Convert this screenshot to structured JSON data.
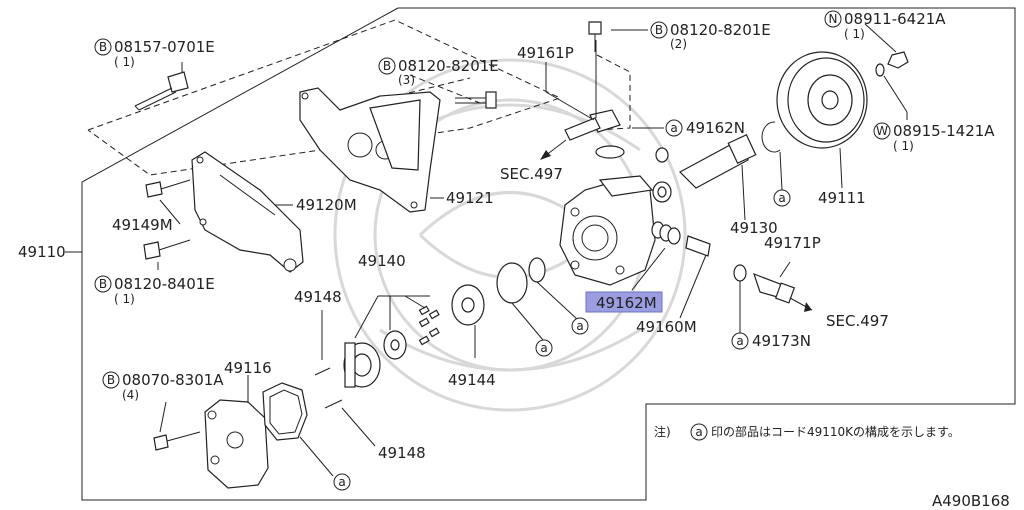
{
  "diagram_code": "A490B168",
  "note": {
    "prefix": "注)",
    "marker": "a",
    "text": "印の部品はコード49110Kの構成を示します。"
  },
  "highlight_label": "49162M",
  "labels": {
    "p49110": "49110",
    "p49111": "49111",
    "p49116": "49116",
    "p49120M": "49120M",
    "p49121": "49121",
    "p49130": "49130",
    "p49140": "49140",
    "p49144": "49144",
    "p49148a": "49148",
    "p49148b": "49148",
    "p49149M": "49149M",
    "p49160M": "49160M",
    "p49161P": "49161P",
    "p49162N": "49162N",
    "p49171P": "49171P",
    "p49173N": "49173N",
    "sec497a": "SEC.497",
    "sec497b": "SEC.497"
  },
  "fasteners": [
    {
      "prefix": "B",
      "code": "08157-0701E",
      "qty": "( 1)"
    },
    {
      "prefix": "B",
      "code": "08120-8201E",
      "qty": "(3)"
    },
    {
      "prefix": "B",
      "code": "08120-8201E",
      "qty": "(2)"
    },
    {
      "prefix": "N",
      "code": "08911-6421A",
      "qty": "( 1)"
    },
    {
      "prefix": "W",
      "code": "08915-1421A",
      "qty": "( 1)"
    },
    {
      "prefix": "B",
      "code": "08120-8401E",
      "qty": "( 1)"
    },
    {
      "prefix": "B",
      "code": "08070-8301A",
      "qty": "(4)"
    }
  ],
  "kit_marker": "a"
}
